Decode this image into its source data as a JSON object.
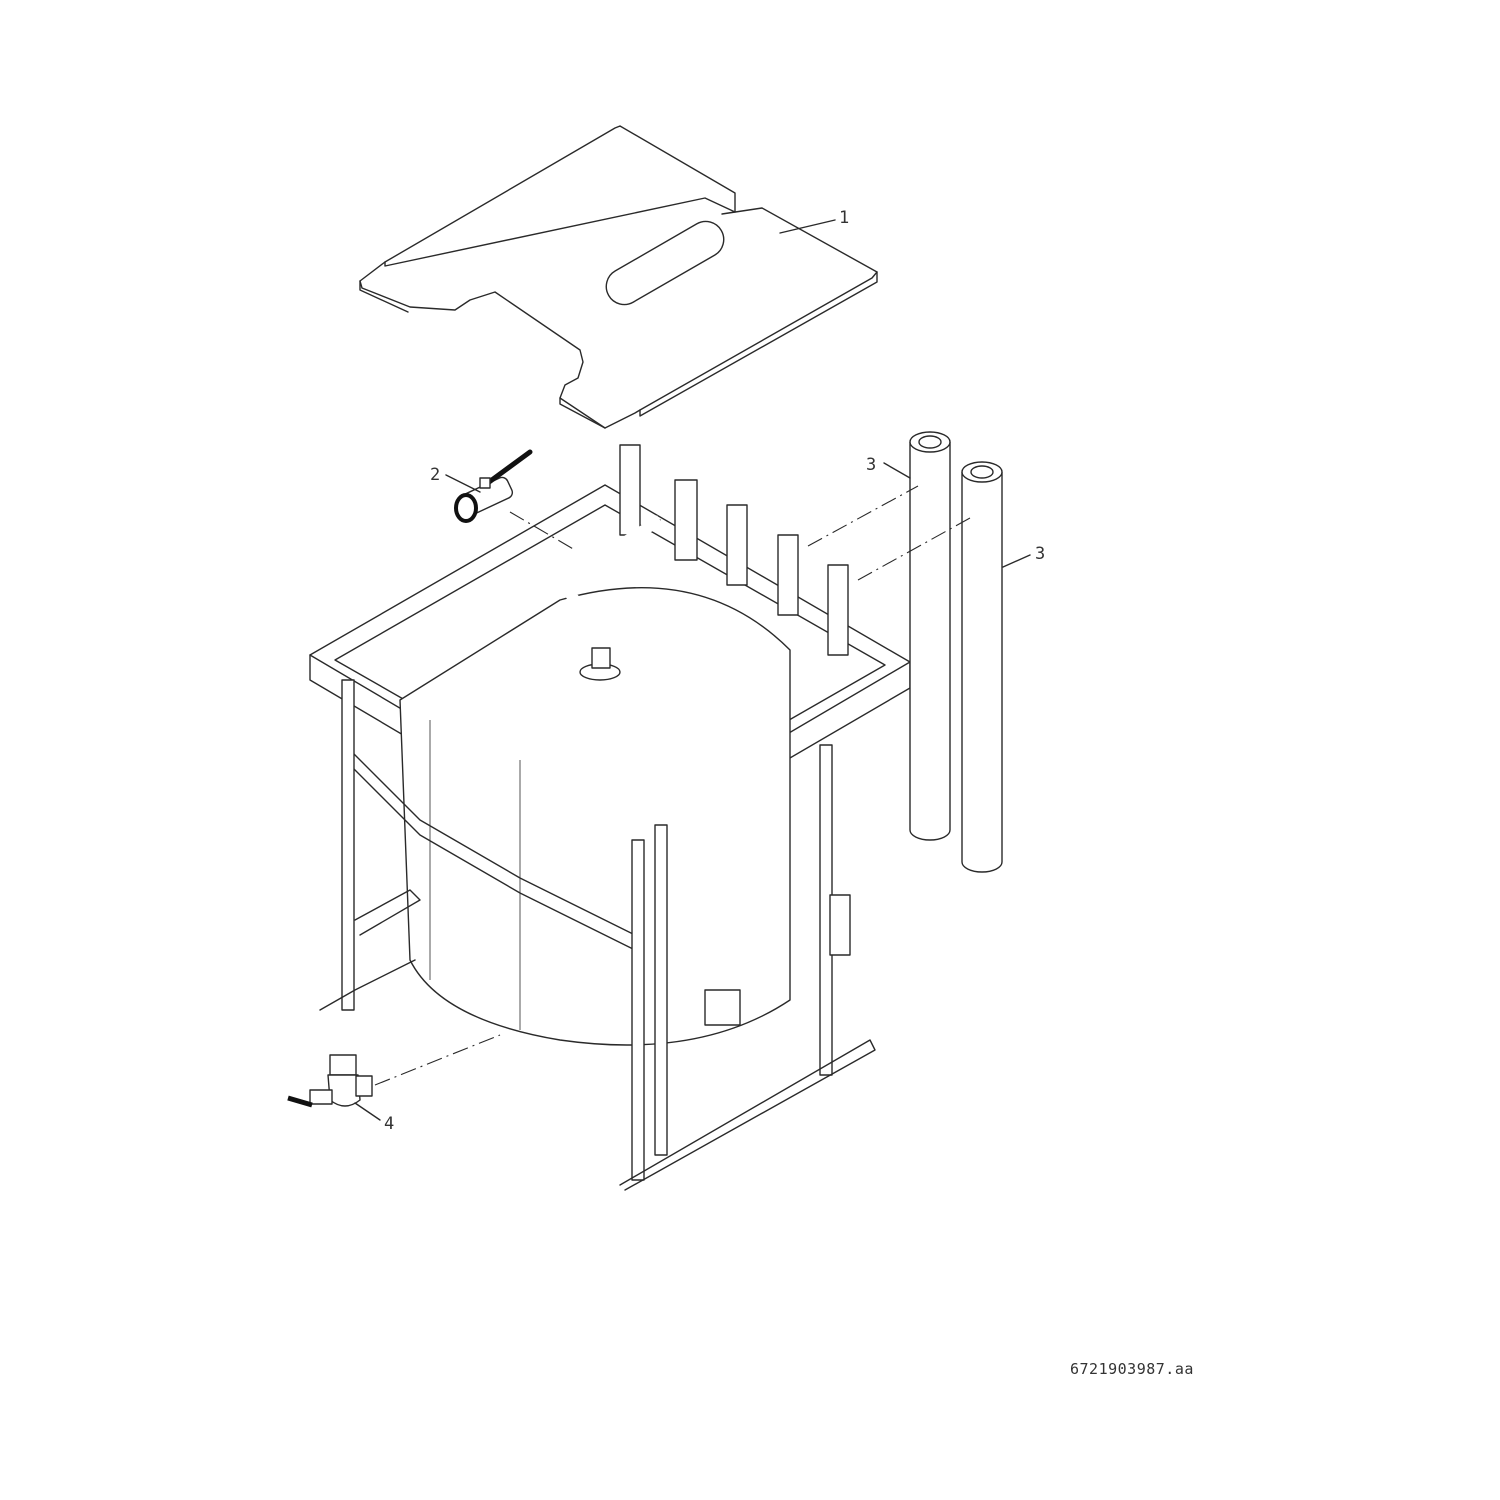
{
  "callouts": [
    {
      "id": "1",
      "label": "1"
    },
    {
      "id": "2",
      "label": "2"
    },
    {
      "id": "3a",
      "label": "3"
    },
    {
      "id": "3b",
      "label": "3"
    },
    {
      "id": "4",
      "label": "4"
    }
  ],
  "drawing_number": "6721903987.aa"
}
